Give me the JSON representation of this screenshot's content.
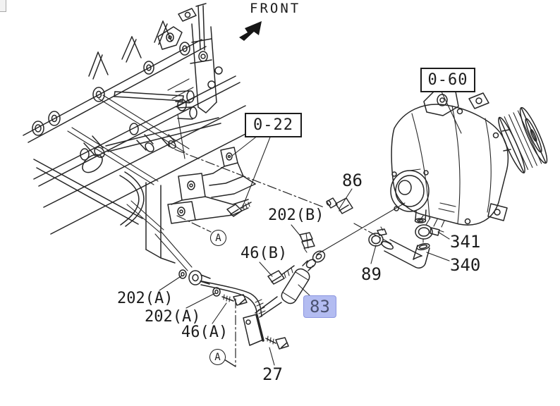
{
  "diagram": {
    "front_label": "FRONT",
    "section_refs": [
      {
        "id": "0-22",
        "label": "0-22"
      },
      {
        "id": "0-60",
        "label": "0-60"
      }
    ],
    "part_labels": [
      {
        "id": "86",
        "text": "86",
        "highlighted": false
      },
      {
        "id": "202B",
        "text": "202(B)",
        "highlighted": false
      },
      {
        "id": "46B",
        "text": "46(B)",
        "highlighted": false
      },
      {
        "id": "89",
        "text": "89",
        "highlighted": false
      },
      {
        "id": "341",
        "text": "341",
        "highlighted": false
      },
      {
        "id": "340",
        "text": "340",
        "highlighted": false
      },
      {
        "id": "83",
        "text": "83",
        "highlighted": true
      },
      {
        "id": "202A-1",
        "text": "202(A)",
        "highlighted": false
      },
      {
        "id": "202A-2",
        "text": "202(A)",
        "highlighted": false
      },
      {
        "id": "46A",
        "text": "46(A)",
        "highlighted": false
      },
      {
        "id": "27",
        "text": "27",
        "highlighted": false
      }
    ],
    "view_markers": [
      {
        "text": "A"
      },
      {
        "text": "A"
      }
    ],
    "colors": {
      "background": "#ffffff",
      "line": "#262626",
      "highlight_bg": "#b3bcf1",
      "highlight_border": "#8c96e0",
      "highlight_text": "#4a5170"
    }
  }
}
